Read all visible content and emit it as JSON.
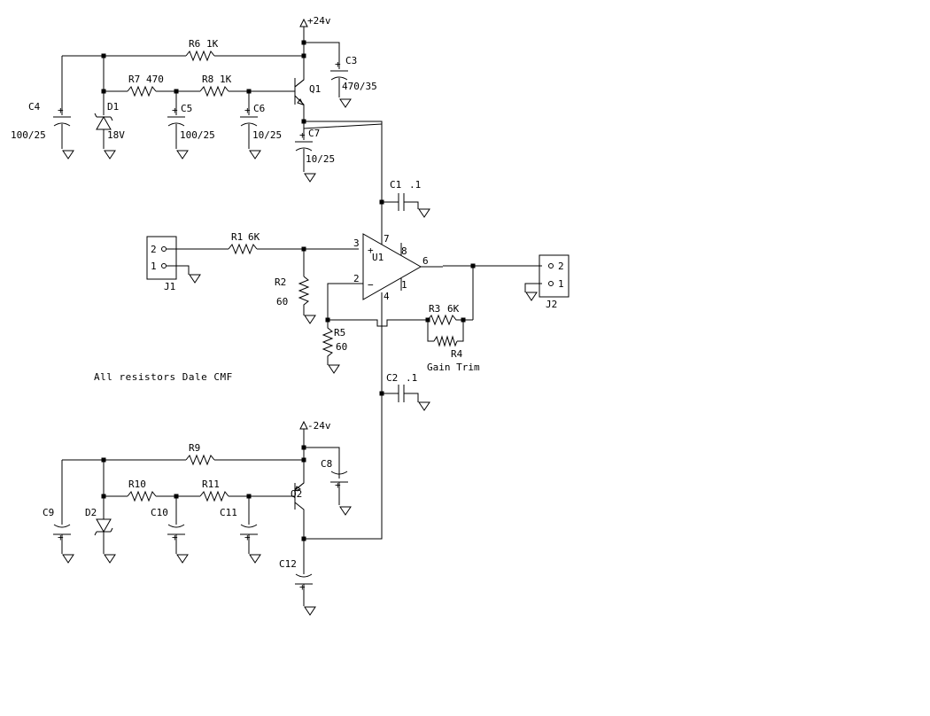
{
  "rails": {
    "pos": "+24v",
    "neg": "-24v"
  },
  "resistors": {
    "r1": {
      "ref": "R1",
      "value": "6K"
    },
    "r2": {
      "ref": "R2",
      "value": "60"
    },
    "r3": {
      "ref": "R3",
      "value": "6K"
    },
    "r4": {
      "ref": "R4",
      "value": "Gain Trim"
    },
    "r5": {
      "ref": "R5",
      "value": "60"
    },
    "r6": {
      "ref": "R6",
      "value": "1K"
    },
    "r7": {
      "ref": "R7",
      "value": "470"
    },
    "r8": {
      "ref": "R8",
      "value": "1K"
    },
    "r9": {
      "ref": "R9"
    },
    "r10": {
      "ref": "R10"
    },
    "r11": {
      "ref": "R11"
    }
  },
  "capacitors": {
    "c1": {
      "ref": "C1",
      "value": ".1"
    },
    "c2": {
      "ref": "C2",
      "value": ".1"
    },
    "c3": {
      "ref": "C3",
      "value": "470/35"
    },
    "c4": {
      "ref": "C4",
      "value": "100/25"
    },
    "c5": {
      "ref": "C5",
      "value": "100/25"
    },
    "c6": {
      "ref": "C6",
      "value": "10/25"
    },
    "c7": {
      "ref": "C7",
      "value": "10/25"
    },
    "c8": {
      "ref": "C8"
    },
    "c9": {
      "ref": "C9"
    },
    "c10": {
      "ref": "C10"
    },
    "c11": {
      "ref": "C11"
    },
    "c12": {
      "ref": "C12"
    }
  },
  "diodes": {
    "d1": {
      "ref": "D1",
      "value": "18V"
    },
    "d2": {
      "ref": "D2"
    }
  },
  "transistors": {
    "q1": "Q1",
    "q2": "Q2"
  },
  "opamp": {
    "ref": "U1",
    "pins": {
      "p1": "1",
      "p2": "2",
      "p3": "3",
      "p4": "4",
      "p6": "6",
      "p7": "7",
      "p8": "8"
    },
    "plus": "+",
    "minus": "−"
  },
  "connectors": {
    "j1": {
      "ref": "J1",
      "pin1": "1",
      "pin2": "2"
    },
    "j2": {
      "ref": "J2",
      "pin1": "1",
      "pin2": "2"
    }
  },
  "note": "All resistors Dale CMF"
}
